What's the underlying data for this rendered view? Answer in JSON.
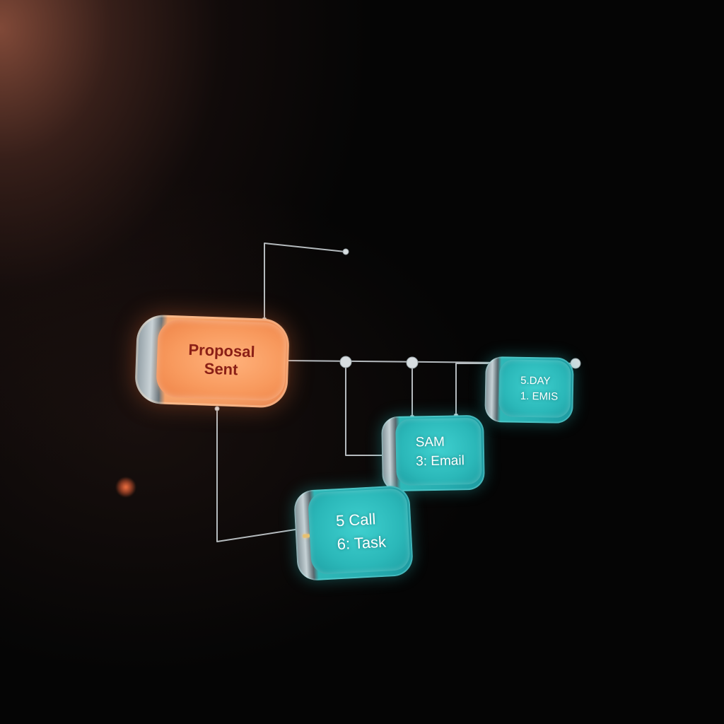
{
  "diagram": {
    "primary_node": {
      "lines": [
        "Proposal",
        "Sent"
      ],
      "color": "#f39b63",
      "text_color": "#8a1f16"
    },
    "step_nodes": [
      {
        "id": "day",
        "lines": [
          "5.DAY",
          "1. EMIS"
        ]
      },
      {
        "id": "email",
        "lines": [
          "SAM",
          "3: Email"
        ]
      },
      {
        "id": "call",
        "lines": [
          "5 Call",
          "6: Task"
        ]
      }
    ],
    "step_color": "#2bb8b9",
    "connector_color": "#c8ced2",
    "background_accent": "#96553f"
  }
}
